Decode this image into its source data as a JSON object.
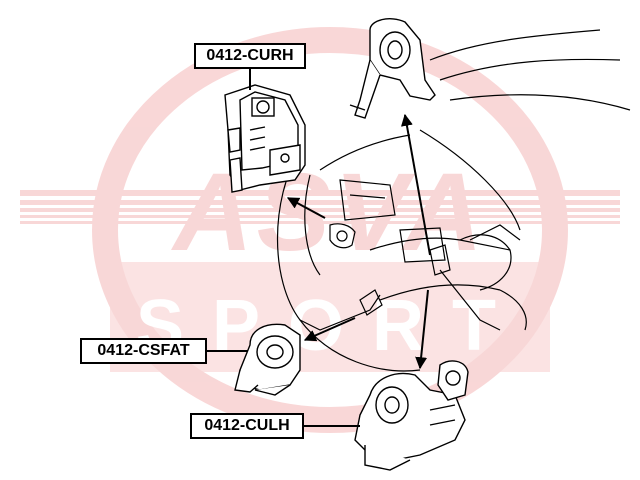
{
  "watermark": {
    "brand_line": "ASVA",
    "sub_line": "SPORT",
    "color": "#f4b7b7"
  },
  "parts": [
    {
      "id": "curh",
      "label": "0412-CURH"
    },
    {
      "id": "csfat",
      "label": "0412-CSFAT"
    },
    {
      "id": "culh",
      "label": "0412-CULH"
    }
  ],
  "colors": {
    "ink": "#000000",
    "background": "#ffffff",
    "watermark": "#f4b7b7"
  }
}
